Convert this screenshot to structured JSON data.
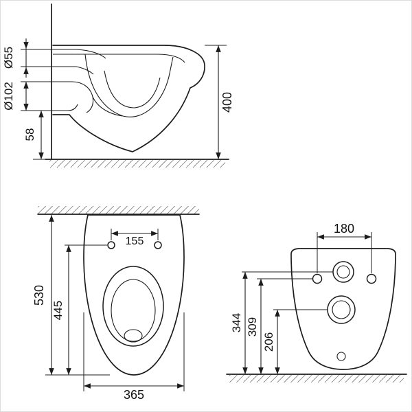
{
  "drawing": {
    "type": "technical-dimension-diagram",
    "views": {
      "side": {
        "overall_height": "400",
        "inlet_diameter": "Ø55",
        "outlet_diameter": "Ø102",
        "floor_clearance": "58"
      },
      "top": {
        "depth": "530",
        "front_to_fixings": "445",
        "fixing_spacing": "155",
        "width": "365"
      },
      "rear": {
        "fixing_spacing": "180",
        "inlet_height": "344",
        "fixing_height": "309",
        "outlet_height": "206"
      }
    },
    "colors": {
      "line": "#1c1c1c",
      "text": "#111111",
      "background": "#ffffff"
    }
  }
}
